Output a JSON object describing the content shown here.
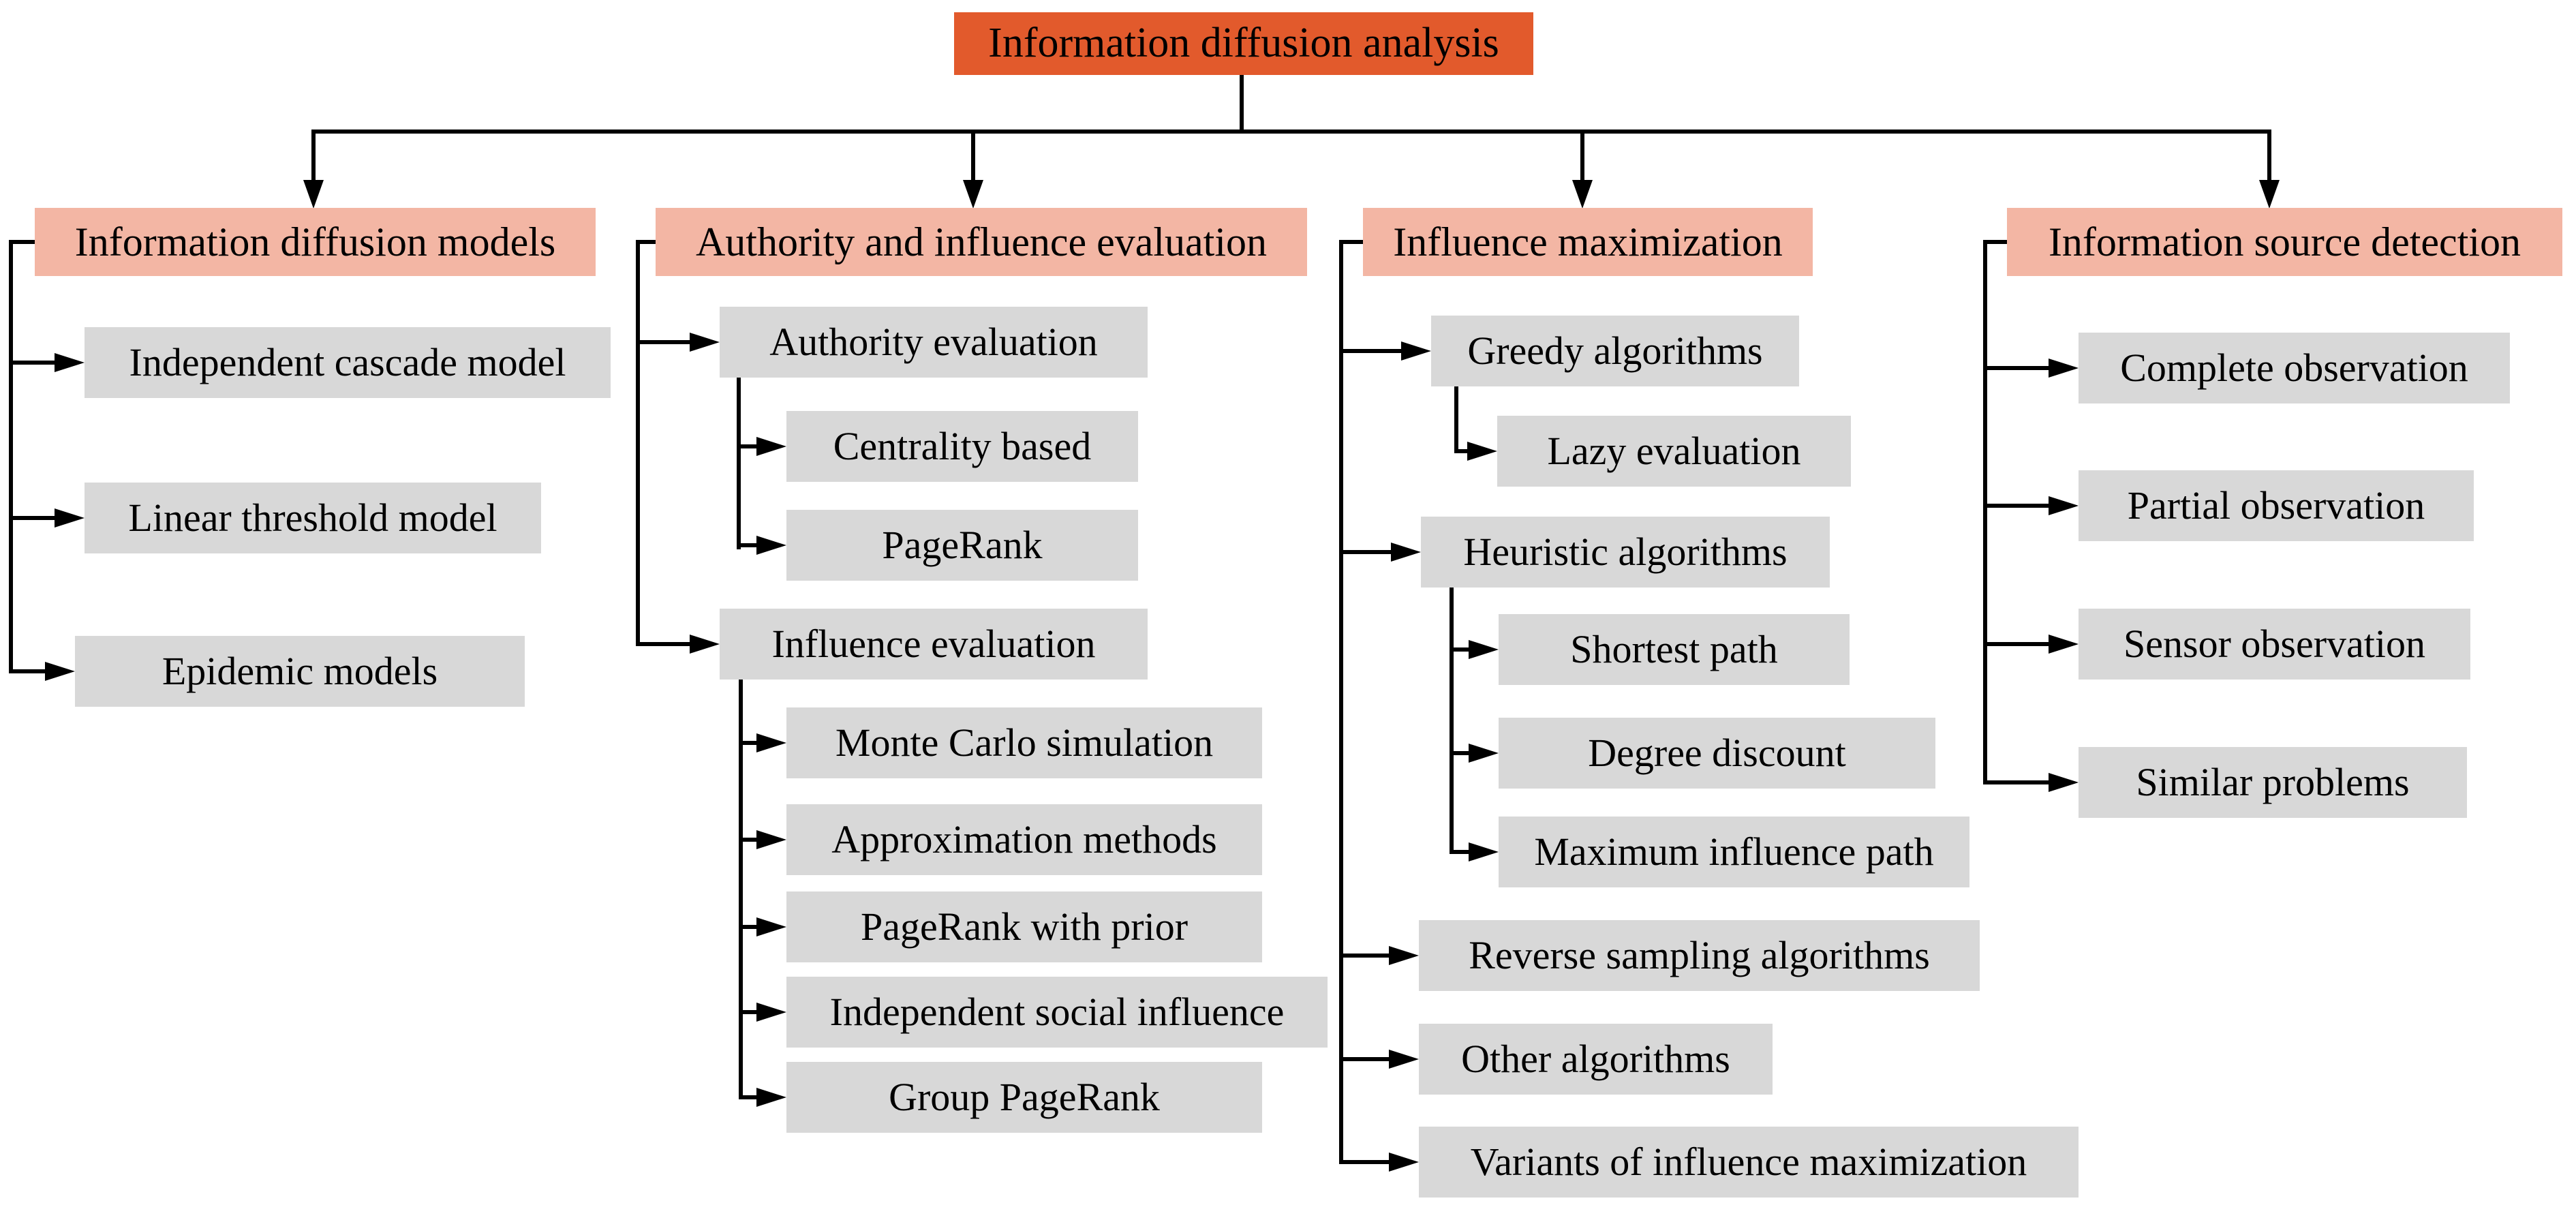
{
  "diagram": {
    "root": {
      "label": "Information diffusion analysis"
    },
    "colors": {
      "title_bg": "#e25a2c",
      "header_bg": "#f3b6a4",
      "node_bg": "#d8d8d8",
      "line": "#000000",
      "canvas_bg": "#ffffff"
    },
    "columns": [
      {
        "header": "Information diffusion models",
        "children": [
          {
            "label": "Independent cascade model"
          },
          {
            "label": "Linear threshold model"
          },
          {
            "label": "Epidemic models"
          }
        ]
      },
      {
        "header": "Authority and influence evaluation",
        "children": [
          {
            "label": "Authority evaluation",
            "children": [
              {
                "label": "Centrality based"
              },
              {
                "label": "PageRank"
              }
            ]
          },
          {
            "label": "Influence evaluation",
            "children": [
              {
                "label": "Monte Carlo simulation"
              },
              {
                "label": "Approximation methods"
              },
              {
                "label": "PageRank with prior"
              },
              {
                "label": "Independent social influence"
              },
              {
                "label": "Group PageRank"
              }
            ]
          }
        ]
      },
      {
        "header": "Influence maximization",
        "children": [
          {
            "label": "Greedy algorithms",
            "children": [
              {
                "label": "Lazy evaluation"
              }
            ]
          },
          {
            "label": "Heuristic algorithms",
            "children": [
              {
                "label": "Shortest path"
              },
              {
                "label": "Degree discount"
              },
              {
                "label": "Maximum influence path"
              }
            ]
          },
          {
            "label": "Reverse sampling algorithms"
          },
          {
            "label": "Other algorithms"
          },
          {
            "label": "Variants of influence maximization"
          }
        ]
      },
      {
        "header": "Information source detection",
        "children": [
          {
            "label": "Complete observation"
          },
          {
            "label": "Partial observation"
          },
          {
            "label": "Sensor observation"
          },
          {
            "label": "Similar problems"
          }
        ]
      }
    ]
  }
}
